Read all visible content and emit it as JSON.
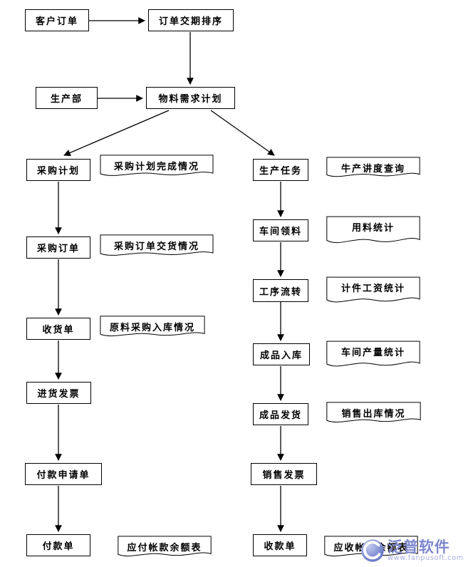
{
  "diagram": {
    "nodes": {
      "customer_order": "客户订单",
      "order_delivery_sort": "订单交期排序",
      "production_dept": "生产部",
      "mrp": "物料需求计划",
      "purchase_plan": "采购计划",
      "purchase_order": "采购订单",
      "receiving_note": "收货单",
      "purchase_invoice": "进货发票",
      "payment_request": "付款申请单",
      "payment_note": "付款单",
      "production_task": "生产任务",
      "workshop_picking": "车间领料",
      "process_flow": "工序流转",
      "finished_goods_in": "成品入库",
      "finished_goods_ship": "成品发货",
      "sales_invoice": "销售发票",
      "receipt_note": "收款单"
    },
    "documents": {
      "purchase_plan_status": "采购计划完成情况",
      "purchase_order_delivery": "采购订单交货情况",
      "raw_material_inbound": "原料采购入库情况",
      "payable_balance": "应付帐款余额表",
      "production_progress": "牛产讲度查询",
      "material_usage": "用料统计",
      "piecework_wage": "计件工资统计",
      "workshop_output": "车间产量统计",
      "sales_outbound": "销售出库情况",
      "receivable_balance": "应收帐款余额表"
    },
    "watermark": {
      "brand": "泛普软件",
      "url": "www.fanpusoft.com",
      "color": "#7d88cd"
    }
  }
}
